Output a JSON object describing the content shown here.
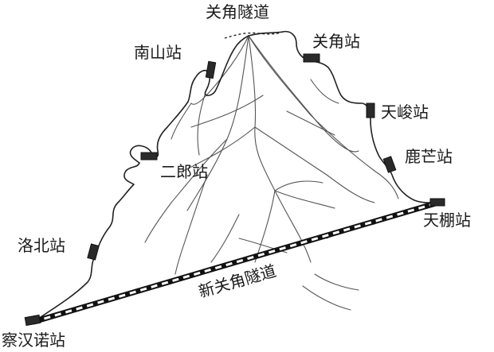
{
  "title": "关角隧道",
  "stations": {
    "guanjiao": "关角站",
    "nanshan": "南山站",
    "tianjun": "天峻站",
    "lumang": "鹿芒站",
    "erlang": "二郎站",
    "tianpeng": "天棚站",
    "luobei": "洛北站",
    "chahannuo": "察汉诺站"
  },
  "new_tunnel_label": "新关角隧道",
  "colors": {
    "line": "#222222",
    "ridge": "#555555",
    "station": "#2a2a2a"
  }
}
